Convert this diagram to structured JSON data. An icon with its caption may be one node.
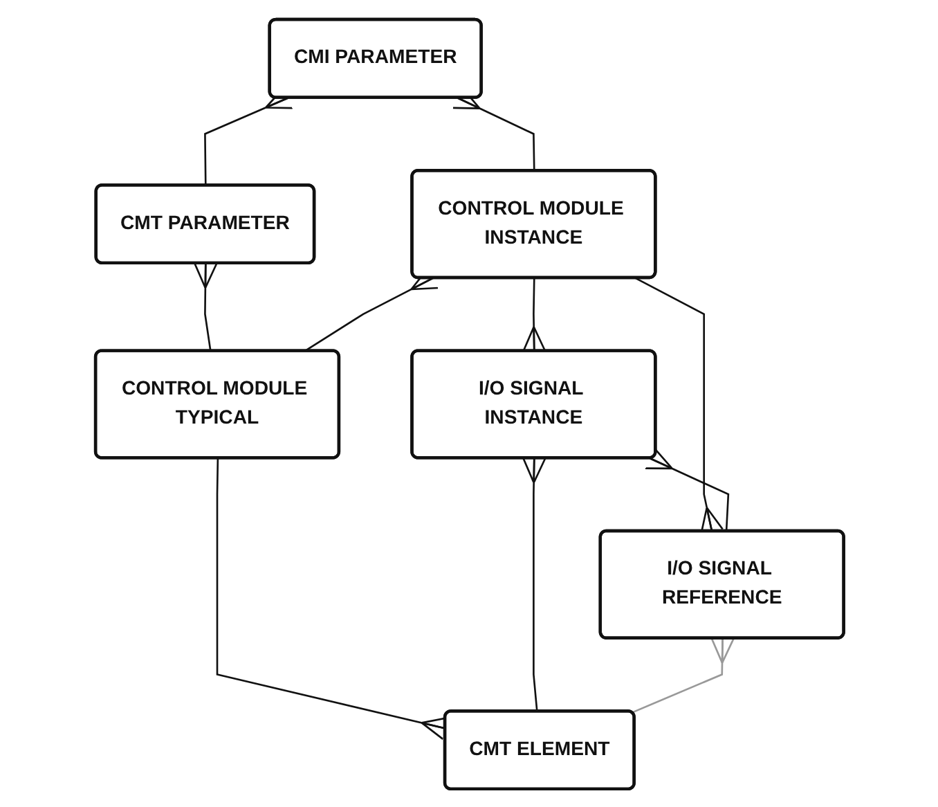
{
  "diagram": {
    "nodes": [
      {
        "text": [
          "CMI PARAMETER"
        ]
      },
      {
        "text": [
          "CMT PARAMETER"
        ]
      },
      {
        "text": [
          "CONTROL MODULE INSTANCE"
        ]
      },
      {
        "text": [
          "CONTROL MODULE TYPICAL"
        ]
      },
      {
        "text": [
          "I/O SIGNAL INSTANCE"
        ]
      },
      {
        "text": [
          "I/O SIGNAL REFERENCE"
        ]
      },
      {
        "text": [
          "CMT ELEMENT"
        ]
      }
    ],
    "edges": [
      {
        "from": 1,
        "to": 0,
        "arrow": "other"
      },
      {
        "from": 2,
        "to": 0,
        "arrow": "other"
      },
      {
        "from": 3,
        "to": 1,
        "arrow": "other"
      },
      {
        "from": 3,
        "to": 2,
        "arrow": "other"
      },
      {
        "from": 2,
        "to": 4,
        "arrow": "other"
      },
      {
        "from": 2,
        "to": 5,
        "arrow": "other"
      },
      {
        "from": 5,
        "to": 4,
        "arrow": "other"
      },
      {
        "from": 3,
        "to": 6,
        "arrow": "other"
      },
      {
        "from": 6,
        "to": 4,
        "arrow": "other"
      },
      {
        "from": 6,
        "to": 5,
        "arrow": "other",
        "color": "#999999"
      }
    ]
  }
}
